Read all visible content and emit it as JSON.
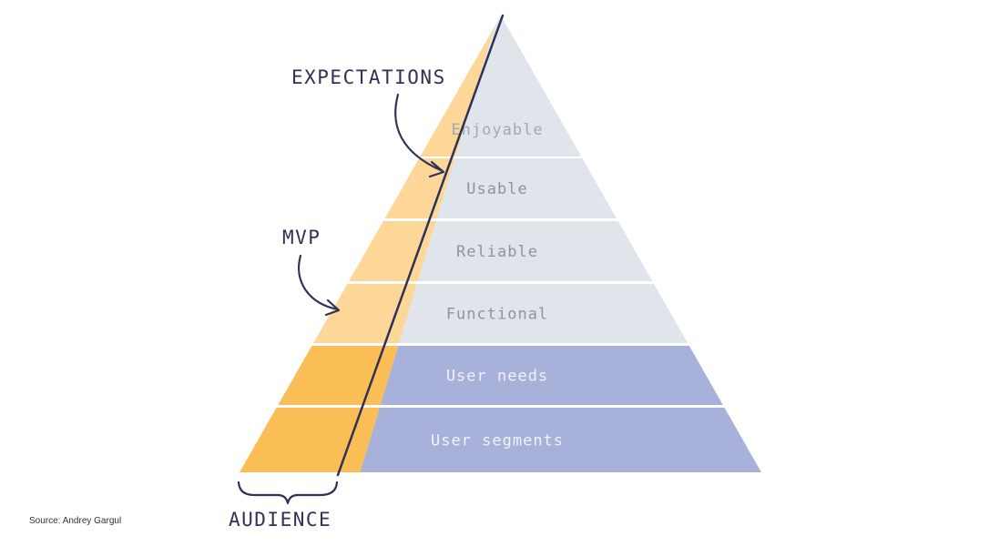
{
  "annotations": {
    "expectations": "EXPECTATIONS",
    "mvp": "MVP",
    "audience": "AUDIENCE"
  },
  "layers": [
    {
      "label": "Enjoyable",
      "fill": "#e0e4eb",
      "orange": "#fdd798",
      "text": "#a3a8b4"
    },
    {
      "label": "Usable",
      "fill": "#e0e4eb",
      "orange": "#fdd798",
      "text": "#8e94a2"
    },
    {
      "label": "Reliable",
      "fill": "#e0e4eb",
      "orange": "#fdd798",
      "text": "#8e94a2"
    },
    {
      "label": "Functional",
      "fill": "#e0e4eb",
      "orange": "#fdd798",
      "text": "#8e94a2"
    },
    {
      "label": "User needs",
      "fill": "#a7b1da",
      "orange": "#fbbd55",
      "text": "#f1f3fa"
    },
    {
      "label": "User segments",
      "fill": "#a7b1da",
      "orange": "#fbbd55",
      "text": "#f1f3fa"
    }
  ],
  "colors": {
    "ink": "#2f3156"
  },
  "source": "Source: Andrey Gargul"
}
